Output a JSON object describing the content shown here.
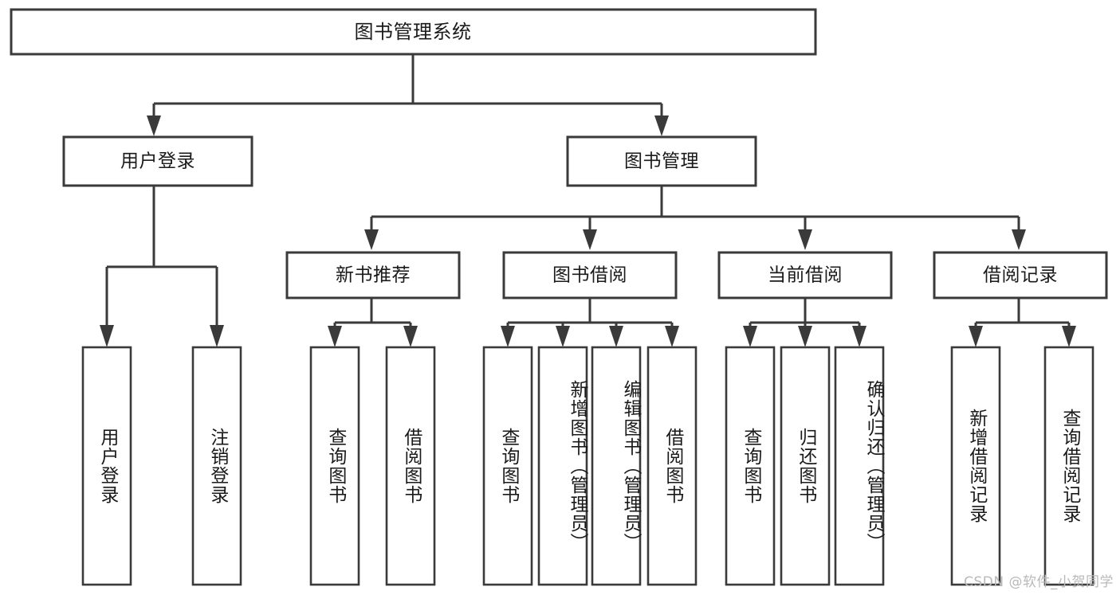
{
  "diagram": {
    "title": "图书管理系统",
    "type": "tree-hierarchy-diagram",
    "watermark": "CSDN @软件_小贺同学",
    "colors": {
      "stroke": "#3a3a3a",
      "fill": "#ffffff",
      "text": "#1a1a1a",
      "watermark": "#b9b9b9",
      "background": "#ffffff"
    },
    "root": {
      "label": "图书管理系统"
    },
    "level2": [
      {
        "id": "user-login",
        "label": "用户登录"
      },
      {
        "id": "book-manage",
        "label": "图书管理"
      }
    ],
    "level3": [
      {
        "id": "new-book-recommend",
        "label": "新书推荐"
      },
      {
        "id": "book-borrow",
        "label": "图书借阅"
      },
      {
        "id": "current-borrow",
        "label": "当前借阅"
      },
      {
        "id": "borrow-record",
        "label": "借阅记录"
      }
    ],
    "leaves": {
      "user_login": [
        {
          "id": "leaf-user-login",
          "label": "用户登录"
        },
        {
          "id": "leaf-logout-login",
          "label": "注销登录"
        }
      ],
      "new_book_recommend": [
        {
          "id": "leaf-query-book-1",
          "label": "查询图书"
        },
        {
          "id": "leaf-borrow-book-1",
          "label": "借阅图书"
        }
      ],
      "book_borrow": [
        {
          "id": "leaf-query-book-2",
          "label": "查询图书"
        },
        {
          "id": "leaf-add-book",
          "label": "新增图书（管理员）"
        },
        {
          "id": "leaf-edit-book",
          "label": "编辑图书（管理员）"
        },
        {
          "id": "leaf-borrow-book-2",
          "label": "借阅图书"
        }
      ],
      "current_borrow": [
        {
          "id": "leaf-query-book-3",
          "label": "查询图书"
        },
        {
          "id": "leaf-return-book",
          "label": "归还图书"
        },
        {
          "id": "leaf-confirm-return",
          "label": "确认归还（管理员）"
        }
      ],
      "borrow_record": [
        {
          "id": "leaf-add-record",
          "label": "新增借阅记录"
        },
        {
          "id": "leaf-query-record",
          "label": "查询借阅记录"
        }
      ]
    }
  }
}
